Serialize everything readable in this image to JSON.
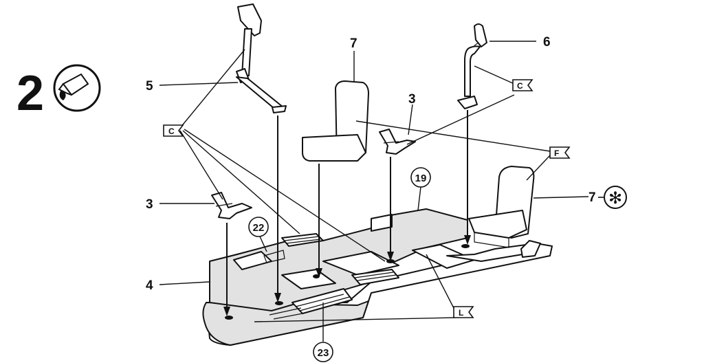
{
  "step": {
    "number": "2",
    "icon": "glue-tube-icon"
  },
  "callouts": {
    "part_5": "5",
    "part_7_seat": "7",
    "part_3_right": "3",
    "part_6": "6",
    "part_3_left": "3",
    "part_4": "4",
    "part_7_right": "7",
    "part_19": "19",
    "part_22": "22",
    "part_23": "23"
  },
  "color_flags": {
    "flag_c_left": "C",
    "flag_c_right": "C",
    "flag_f": "F",
    "flag_l": "L"
  },
  "symbols": {
    "optional_marker": "✻"
  }
}
